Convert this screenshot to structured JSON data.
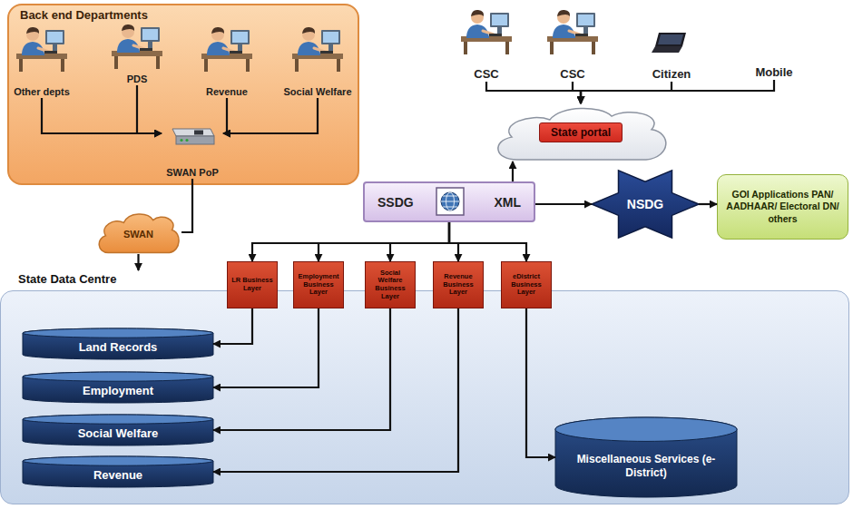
{
  "diagram": {
    "nodes": [
      {
        "text": [
          "Back end Departments"
        ]
      },
      {
        "text": [
          "Other depts"
        ],
        "in": 0
      },
      {
        "text": [
          "PDS"
        ],
        "in": 0
      },
      {
        "text": [
          "Revenue"
        ],
        "in": 0
      },
      {
        "text": [
          "Social Welfare"
        ],
        "in": 0
      },
      {
        "text": [
          "SWAN PoP"
        ],
        "in": 0
      },
      {
        "text": [
          "CSC"
        ]
      },
      {
        "text": [
          "CSC"
        ]
      },
      {
        "text": [
          "Citizen"
        ]
      },
      {
        "text": [
          "Mobile"
        ]
      },
      {
        "text": [
          "State portal"
        ]
      },
      {
        "text": [
          "SSDG",
          "XML"
        ]
      },
      {
        "text": [
          "NSDG"
        ]
      },
      {
        "text": [
          "GOI Applications PAN/ AADHAAR/ Electoral DN/ others"
        ]
      },
      {
        "text": [
          "SWAN"
        ]
      },
      {
        "text": [
          "State Data Centre"
        ]
      },
      {
        "text": [
          "LR Business Layer"
        ]
      },
      {
        "text": [
          "Employment Business Layer"
        ]
      },
      {
        "text": [
          "Social Welfare Business Layer"
        ]
      },
      {
        "text": [
          "Revenue Business Layer"
        ]
      },
      {
        "text": [
          "eDistrict Business Layer"
        ]
      },
      {
        "text": [
          "Land Records"
        ],
        "in": 15
      },
      {
        "text": [
          "Employment"
        ],
        "in": 15
      },
      {
        "text": [
          "Social Welfare"
        ],
        "in": 15
      },
      {
        "text": [
          "Revenue"
        ],
        "in": 15
      },
      {
        "text": [
          "Miscellaneous Services (e-District)"
        ],
        "in": 15
      }
    ],
    "edges": [
      {
        "from": 1,
        "to": 5,
        "arrow": "to"
      },
      {
        "from": 2,
        "to": 5,
        "arrow": "to"
      },
      {
        "from": 3,
        "to": 5,
        "arrow": "to"
      },
      {
        "from": 4,
        "to": 5,
        "arrow": "to"
      },
      {
        "from": 5,
        "to": 14,
        "arrow": "none"
      },
      {
        "from": 14,
        "to": 15,
        "arrow": "to"
      },
      {
        "from": 6,
        "to": 10,
        "arrow": "to"
      },
      {
        "from": 7,
        "to": 10,
        "arrow": "to"
      },
      {
        "from": 8,
        "to": 10,
        "arrow": "to"
      },
      {
        "from": 9,
        "to": 10,
        "arrow": "to"
      },
      {
        "from": 11,
        "to": 10,
        "arrow": "to"
      },
      {
        "from": 11,
        "to": 12,
        "arrow": "to"
      },
      {
        "from": 12,
        "to": 13,
        "arrow": "to"
      },
      {
        "from": 11,
        "to": 16,
        "arrow": "to"
      },
      {
        "from": 11,
        "to": 17,
        "arrow": "to"
      },
      {
        "from": 11,
        "to": 18,
        "arrow": "to"
      },
      {
        "from": 11,
        "to": 19,
        "arrow": "to"
      },
      {
        "from": 11,
        "to": 20,
        "arrow": "to"
      },
      {
        "from": 16,
        "to": 21,
        "arrow": "to"
      },
      {
        "from": 17,
        "to": 22,
        "arrow": "to"
      },
      {
        "from": 18,
        "to": 23,
        "arrow": "to"
      },
      {
        "from": 19,
        "to": 24,
        "arrow": "to"
      },
      {
        "from": 20,
        "to": 25,
        "arrow": "to"
      }
    ]
  }
}
